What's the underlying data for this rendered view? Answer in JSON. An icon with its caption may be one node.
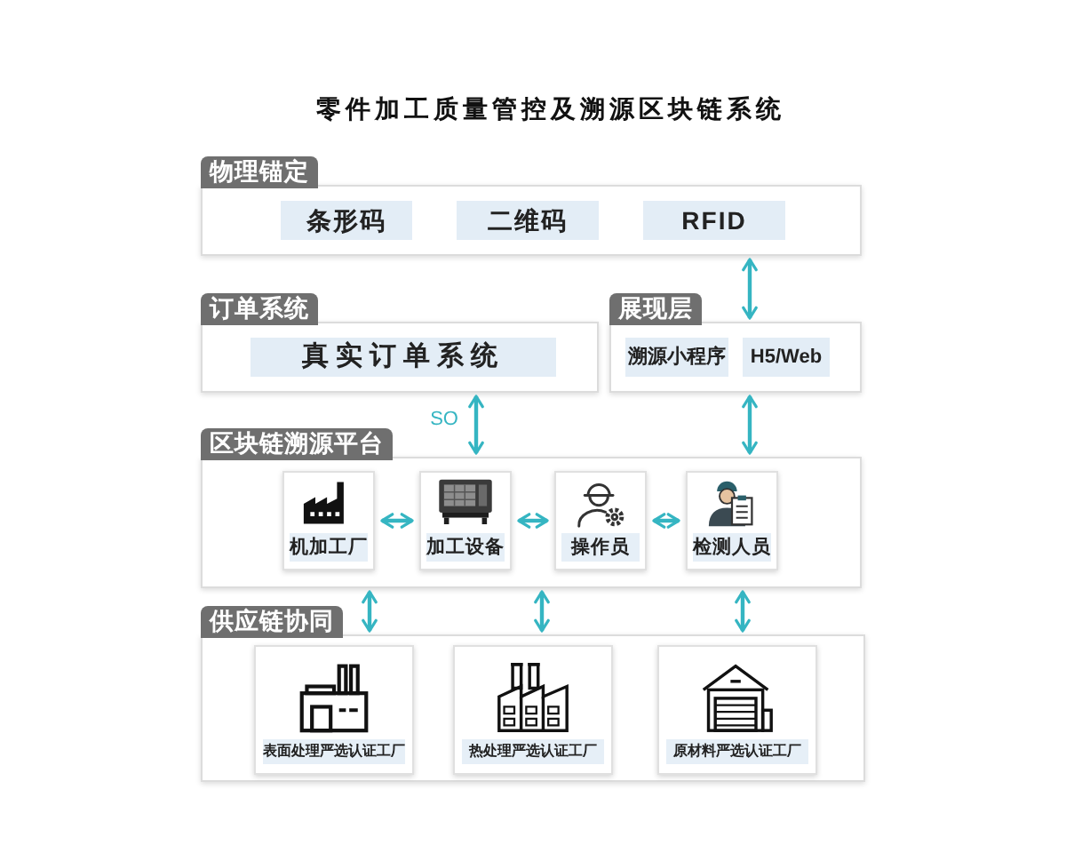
{
  "diagram": {
    "title": "零件加工质量管控及溯源区块链系统",
    "nodes": [
      {
        "text": [
          "物理锚定"
        ]
      },
      {
        "text": [
          "条形码"
        ],
        "in": 0
      },
      {
        "text": [
          "二维码"
        ],
        "in": 0
      },
      {
        "text": [
          "RFID"
        ],
        "in": 0
      },
      {
        "text": [
          "订单系统"
        ]
      },
      {
        "text": [
          "真实订单系统"
        ],
        "in": 4
      },
      {
        "text": [
          "展现层"
        ]
      },
      {
        "text": [
          "溯源小程序"
        ],
        "in": 6
      },
      {
        "text": [
          "H5/Web"
        ],
        "in": 6
      },
      {
        "text": [
          "区块链溯源平台"
        ]
      },
      {
        "text": [
          "机加工厂"
        ],
        "in": 9
      },
      {
        "text": [
          "加工设备"
        ],
        "in": 9
      },
      {
        "text": [
          "操作员"
        ],
        "in": 9
      },
      {
        "text": [
          "检测人员"
        ],
        "in": 9
      },
      {
        "text": [
          "供应链协同"
        ]
      },
      {
        "text": [
          "表面处理严选认证工厂"
        ],
        "in": 14
      },
      {
        "text": [
          "热处理严选认证工厂"
        ],
        "in": 14
      },
      {
        "text": [
          "原材料严选认证工厂"
        ],
        "in": 14
      }
    ],
    "edges": [
      {
        "from": 0,
        "to": 6,
        "arrow": "both"
      },
      {
        "from": 4,
        "to": 9,
        "arrow": "both",
        "label": "SO"
      },
      {
        "from": 6,
        "to": 9,
        "arrow": "both"
      },
      {
        "from": 10,
        "to": 11,
        "arrow": "both"
      },
      {
        "from": 11,
        "to": 12,
        "arrow": "both"
      },
      {
        "from": 12,
        "to": 13,
        "arrow": "both"
      },
      {
        "from": 9,
        "to": 14,
        "arrow": "both"
      },
      {
        "from": 9,
        "to": 14,
        "arrow": "both"
      },
      {
        "from": 9,
        "to": 14,
        "arrow": "both"
      }
    ]
  }
}
